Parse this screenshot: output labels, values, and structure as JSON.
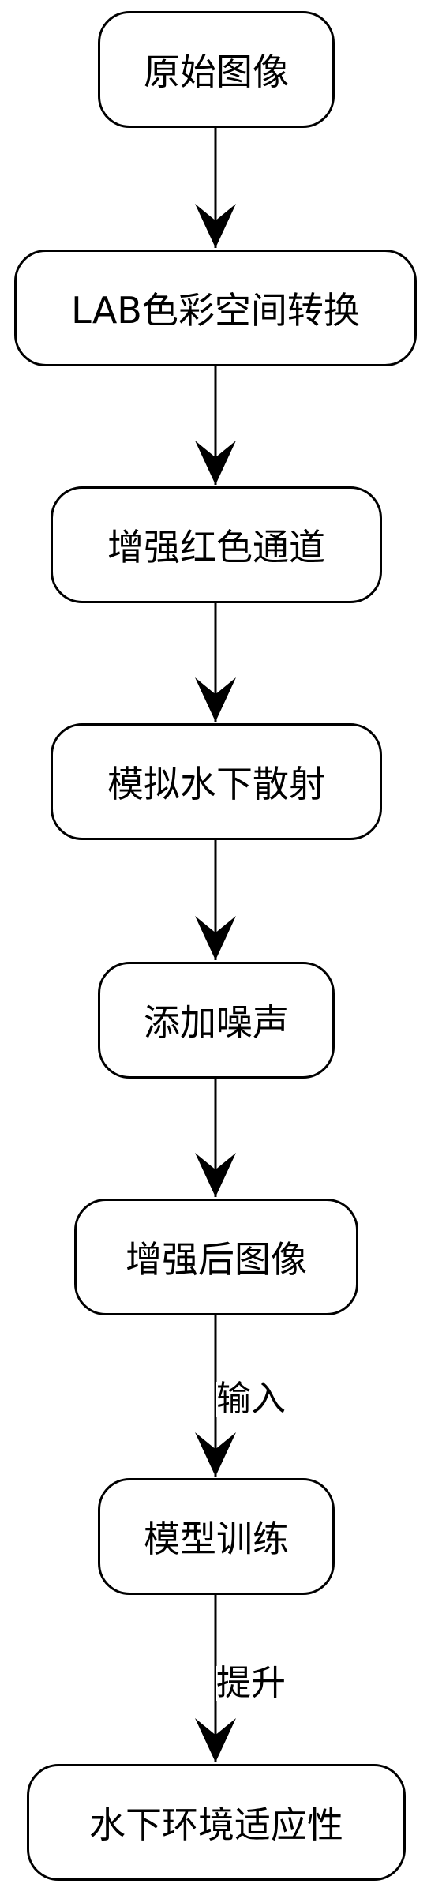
{
  "diagram": {
    "nodes": [
      {
        "id": "n1",
        "label": "原始图像"
      },
      {
        "id": "n2",
        "label": "LAB色彩空间转换"
      },
      {
        "id": "n3",
        "label": "增强红色通道"
      },
      {
        "id": "n4",
        "label": "模拟水下散射"
      },
      {
        "id": "n5",
        "label": "添加噪声"
      },
      {
        "id": "n6",
        "label": "增强后图像"
      },
      {
        "id": "n7",
        "label": "模型训练"
      },
      {
        "id": "n8",
        "label": "水下环境适应性"
      }
    ],
    "edges": [
      {
        "from": "n1",
        "to": "n2",
        "label": ""
      },
      {
        "from": "n2",
        "to": "n3",
        "label": ""
      },
      {
        "from": "n3",
        "to": "n4",
        "label": ""
      },
      {
        "from": "n4",
        "to": "n5",
        "label": ""
      },
      {
        "from": "n5",
        "to": "n6",
        "label": ""
      },
      {
        "from": "n6",
        "to": "n7",
        "label": "输入"
      },
      {
        "from": "n7",
        "to": "n8",
        "label": "提升"
      }
    ],
    "colors": {
      "stroke": "#000000",
      "fill": "#ffffff",
      "text": "#000000"
    }
  }
}
